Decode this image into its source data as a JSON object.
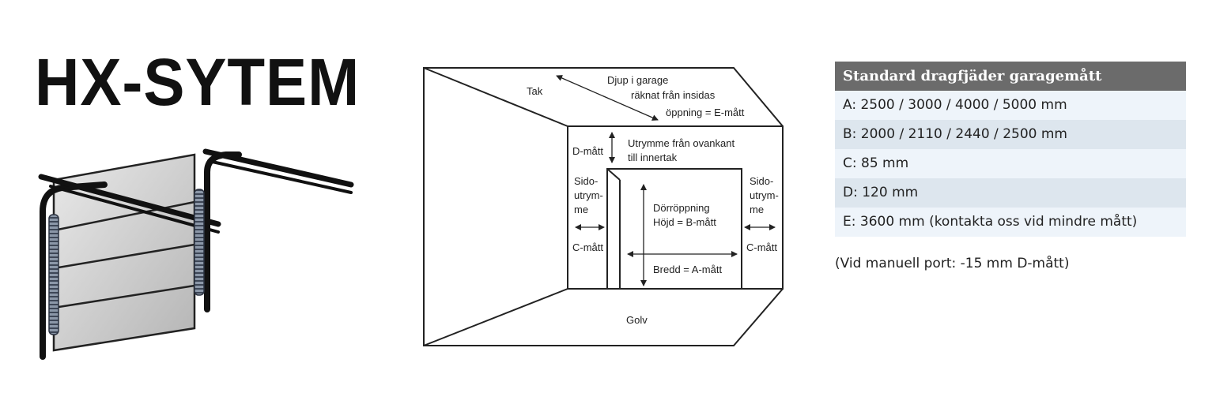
{
  "title": "HX-SYTEM",
  "diagram": {
    "tak": "Tak",
    "djup_line1": "Djup i garage",
    "djup_line2": "räknat från insidas",
    "djup_line3": "öppning = E-mått",
    "dmatt": "D-mått",
    "utrymme_line1": "Utrymme från ovankant",
    "utrymme_line2": "till innertak",
    "sido_line1": "Sido-",
    "sido_line2": "utrym-",
    "sido_line3": "me",
    "cmatt": "C-mått",
    "dorr_line1": "Dörröppning",
    "dorr_line2": "Höjd = B-mått",
    "bredd": "Bredd = A-mått",
    "golv": "Golv"
  },
  "spec": {
    "header": "Standard dragfjäder garagemått",
    "rows": [
      "A: 2500 / 3000 / 4000 / 5000 mm",
      "B: 2000 / 2110 / 2440 / 2500 mm",
      "C: 85 mm",
      "D: 120 mm",
      "E: 3600 mm (kontakta oss vid mindre mått)"
    ],
    "note": "(Vid manuell port: -15 mm D-mått)"
  }
}
